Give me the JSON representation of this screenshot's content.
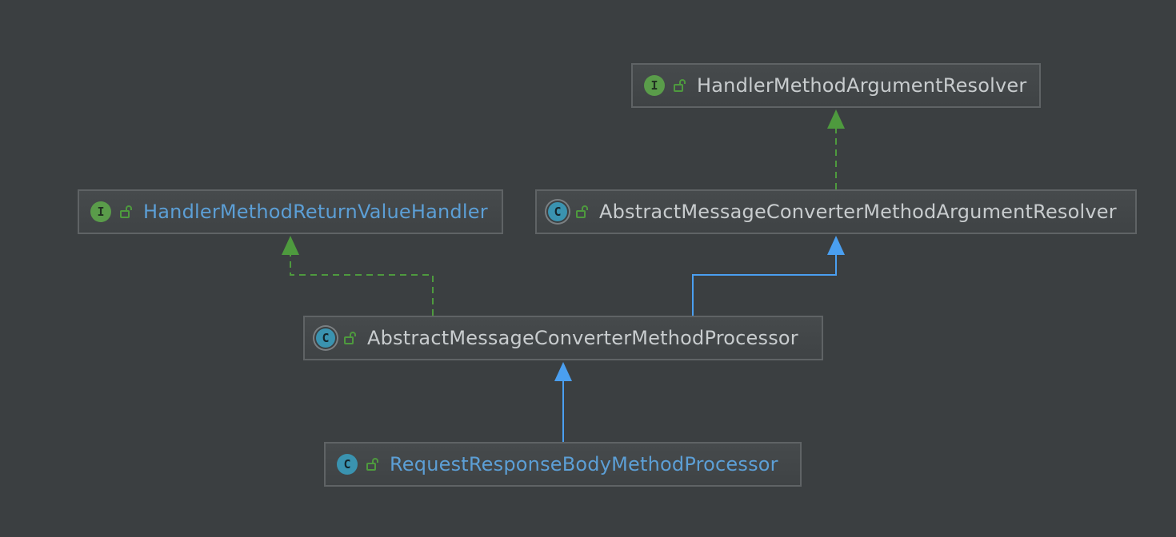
{
  "nodes": {
    "handler_method_argument_resolver": {
      "kind": "I",
      "kind_type": "interface",
      "name": "HandlerMethodArgumentResolver",
      "name_color": "#c8ccce"
    },
    "handler_method_return_value_handler": {
      "kind": "I",
      "kind_type": "interface",
      "name": "HandlerMethodReturnValueHandler",
      "name_color": "#5c9fd6"
    },
    "abstract_message_converter_method_argument_resolver": {
      "kind": "C",
      "kind_type": "abstract-class",
      "name": "AbstractMessageConverterMethodArgumentResolver",
      "name_color": "#c8ccce"
    },
    "abstract_message_converter_method_processor": {
      "kind": "C",
      "kind_type": "abstract-class",
      "name": "AbstractMessageConverterMethodProcessor",
      "name_color": "#c8ccce"
    },
    "request_response_body_method_processor": {
      "kind": "C",
      "kind_type": "class",
      "name": "RequestResponseBodyMethodProcessor",
      "name_color": "#5c9fd6"
    }
  },
  "edges": [
    {
      "from": "abstract_message_converter_method_argument_resolver",
      "to": "handler_method_argument_resolver",
      "relation": "implements",
      "style": "dashed",
      "color": "#4e9a3e"
    },
    {
      "from": "abstract_message_converter_method_processor",
      "to": "abstract_message_converter_method_argument_resolver",
      "relation": "extends",
      "style": "solid",
      "color": "#4a9ff0"
    },
    {
      "from": "abstract_message_converter_method_processor",
      "to": "handler_method_return_value_handler",
      "relation": "implements",
      "style": "dashed",
      "color": "#4e9a3e"
    },
    {
      "from": "request_response_body_method_processor",
      "to": "abstract_message_converter_method_processor",
      "relation": "extends",
      "style": "solid",
      "color": "#4a9ff0"
    }
  ],
  "colors": {
    "background": "#3b3f41",
    "implements_edge": "#4e9a3e",
    "extends_edge": "#4a9ff0",
    "interface_badge": "#5a9c4a",
    "class_badge": "#3a93b0",
    "lock_icon": "#4e9a3e"
  }
}
